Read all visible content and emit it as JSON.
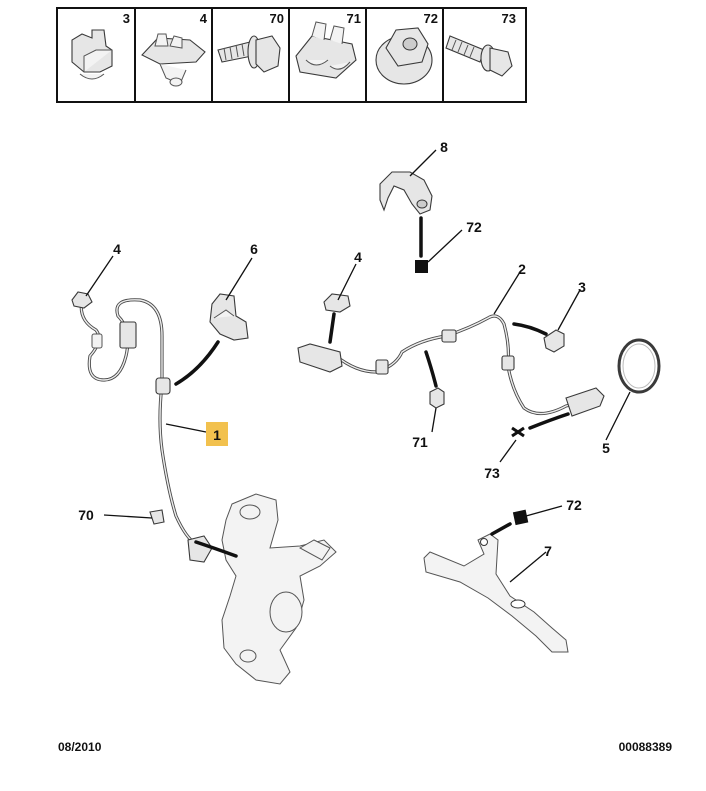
{
  "legend": {
    "cells": [
      {
        "label": "3",
        "icon": "clip-icon"
      },
      {
        "label": "4",
        "icon": "fastener-clip-icon"
      },
      {
        "label": "70",
        "icon": "flange-screw-icon"
      },
      {
        "label": "71",
        "icon": "cable-holder-icon"
      },
      {
        "label": "72",
        "icon": "flange-nut-icon"
      },
      {
        "label": "73",
        "icon": "bolt-icon"
      }
    ]
  },
  "callouts": {
    "c1": "1",
    "c2": "2",
    "c3": "3",
    "c4a": "4",
    "c4b": "4",
    "c5": "5",
    "c6": "6",
    "c7": "7",
    "c8": "8",
    "c70": "70",
    "c71": "71",
    "c72a": "72",
    "c72b": "72",
    "c73": "73"
  },
  "highlight_color": "#f2c14e",
  "footer": {
    "date": "08/2010",
    "ref": "00088389"
  }
}
